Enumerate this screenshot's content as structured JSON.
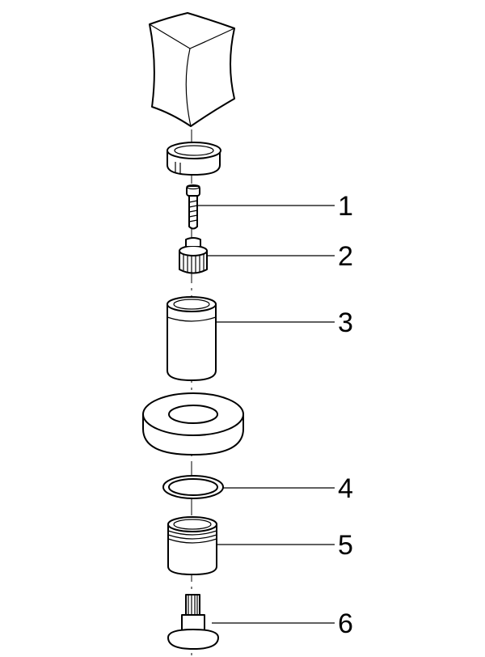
{
  "diagram": {
    "callouts": [
      {
        "num": "1",
        "part": "screw"
      },
      {
        "num": "2",
        "part": "spline-adapter"
      },
      {
        "num": "3",
        "part": "sleeve"
      },
      {
        "num": "4",
        "part": "gasket-ring"
      },
      {
        "num": "5",
        "part": "threaded-sleeve"
      },
      {
        "num": "6",
        "part": "spindle"
      }
    ]
  }
}
